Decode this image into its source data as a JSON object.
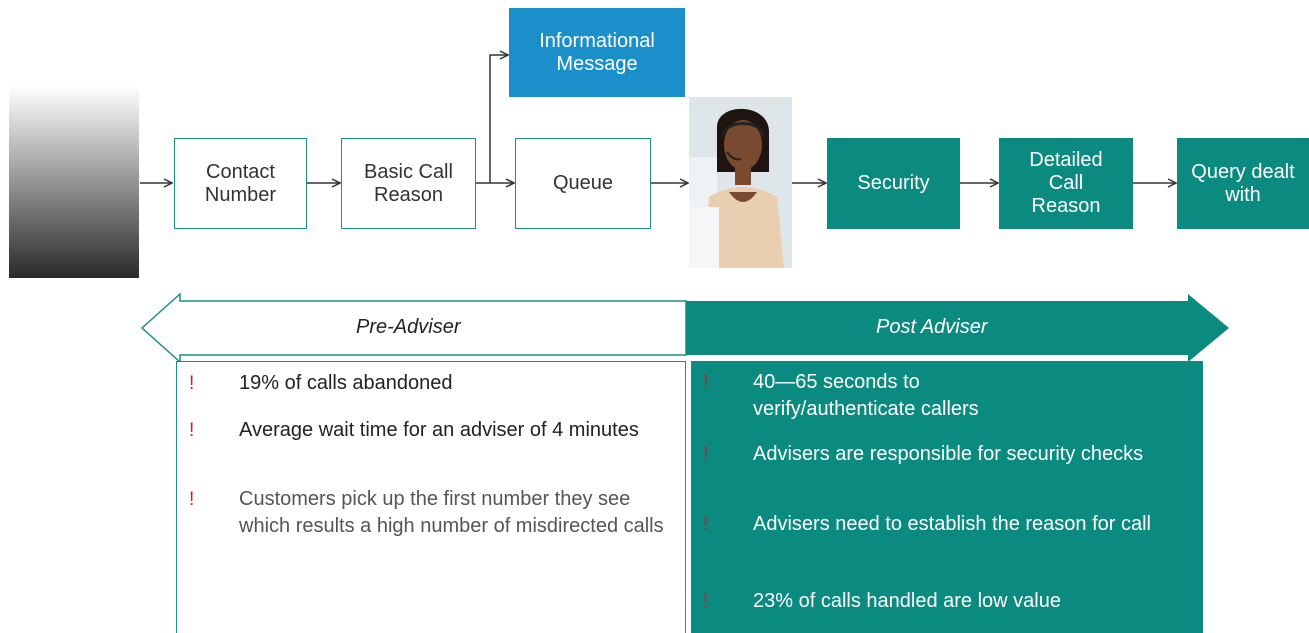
{
  "flow": {
    "contact": "Contact Number",
    "basic_reason": "Basic Call Reason",
    "queue": "Queue",
    "info_message": "Informational Message",
    "security": "Security",
    "detailed_reason": "Detailed Call Reason",
    "query_dealt": "Query dealt with"
  },
  "phases": {
    "pre": "Pre-Adviser",
    "post": "Post Adviser"
  },
  "pre_issues": [
    "19% of calls abandoned",
    "Average wait time for an adviser of  4 minutes",
    "Customers pick up the first number they see which results a high number of misdirected calls"
  ],
  "post_issues": [
    "40—65 seconds to verify/authenticate callers",
    "Advisers are responsible for security checks",
    "Advisers need to establish the reason for call",
    "23% of calls handled are low value"
  ],
  "bullet_symbol": "!",
  "colors": {
    "teal": "#0b8a80",
    "blue": "#1a8fc9",
    "alert": "#e01818"
  }
}
